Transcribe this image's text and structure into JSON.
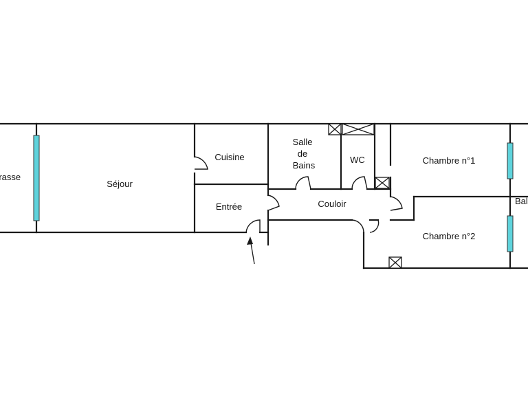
{
  "plan": {
    "rooms": {
      "terrasse": "rrasse",
      "sejour": "Séjour",
      "cuisine": "Cuisine",
      "entree": "Entrée",
      "salle_de_bains": [
        "Salle",
        "de",
        "Bains"
      ],
      "wc": "WC",
      "couloir": "Couloir",
      "chambre1": "Chambre n°1",
      "chambre2": "Chambre n°2",
      "balcon": "Bal"
    },
    "colors": {
      "wall": "#1a1a1a",
      "window": "#5fd3dc",
      "background": "#ffffff"
    }
  }
}
